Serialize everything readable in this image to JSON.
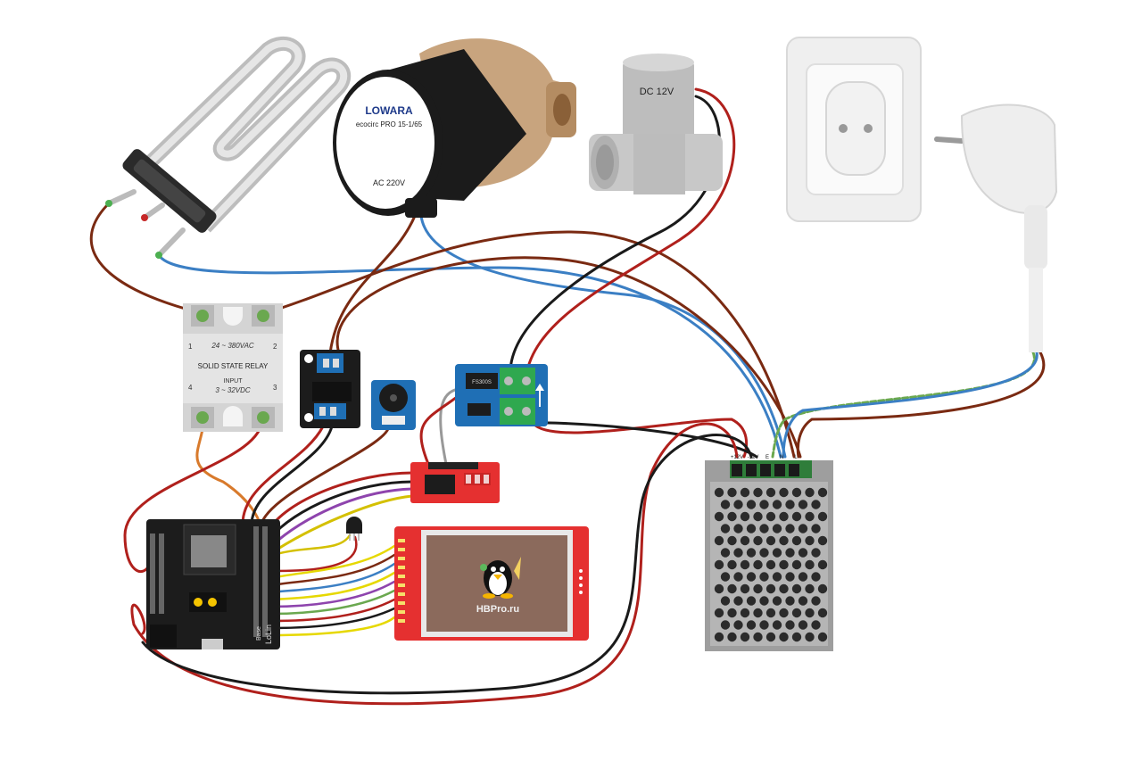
{
  "pump": {
    "brand": "LOWARA",
    "model": "ecocirc PRO 15-1/65",
    "voltage": "AC 220V"
  },
  "valve": {
    "voltage": "DC 12V"
  },
  "ssr": {
    "title": "SOLID STATE RELAY",
    "ac_range": "24 ~ 380VAC",
    "input_label": "INPUT",
    "dc_range": "3 ~ 32VDC",
    "pins": [
      "1",
      "2",
      "4",
      "3"
    ]
  },
  "mosfet": {
    "chip": "FS300S"
  },
  "psu": {
    "terminals": [
      "+12V",
      "-12V",
      "E",
      "N",
      "L"
    ]
  },
  "mcu": {
    "board": "LoLin",
    "sub": "Base"
  },
  "display": {
    "brand": "HBPro.ru"
  },
  "colors": {
    "wire_brown": "#7a2a12",
    "wire_red": "#b0201c",
    "wire_blue": "#3b7fc4",
    "wire_black": "#1a1a1a",
    "wire_green_yellow": "#6aa84f",
    "pcb_red": "#e53030",
    "pcb_blue": "#1f6fb5",
    "pcb_black": "#1c1c1c",
    "tft_screen": "#8b6a5c"
  }
}
